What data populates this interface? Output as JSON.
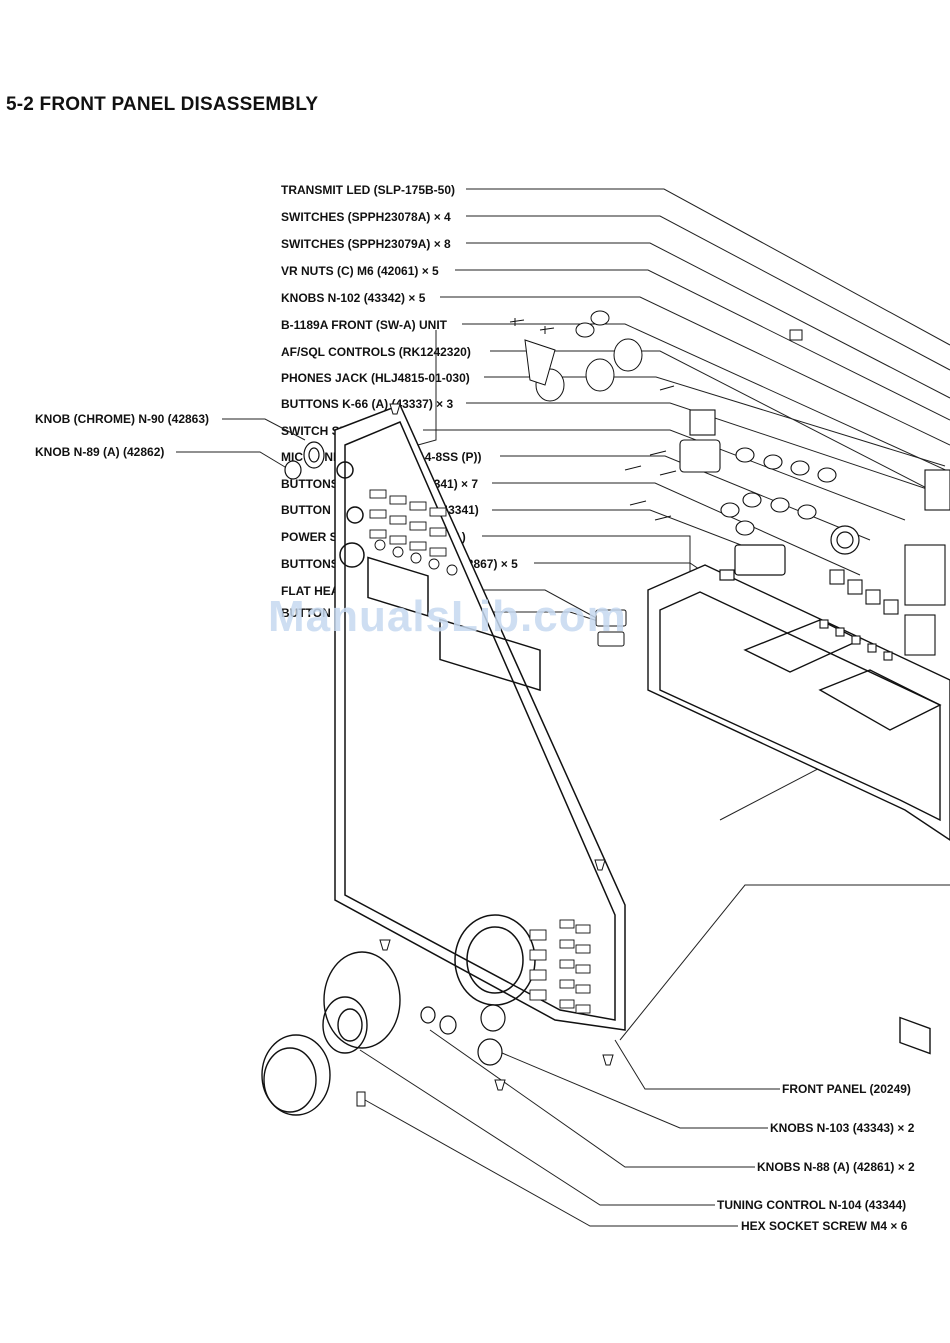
{
  "title": "5-2 FRONT PANEL DISASSEMBLY",
  "labels_left_col": [
    "TRANSMIT LED (SLP-175B-50)",
    "SWITCHES (SPPH23078A) × 4",
    "SWITCHES (SPPH23079A) × 8",
    "VR NUTS (C) M6 (42061) × 5",
    "KNOBS N-102 (43342) × 5",
    "B-1189A FRONT (SW-A) UNIT",
    "AF/SQL CONTROLS (RK1242320)",
    "PHONES JACK (HLJ4815-01-030)",
    "BUTTONS K-66 (A) (43337) × 3",
    "SWITCH SEAT (43456)",
    "MIC CONNECTOR (FM 214-8SS (P))",
    "BUTTONS (GRAY) K-70 (43341) × 7",
    "BUTTON (GREEN) K-70 (A) (43341)",
    "POWER SWITCH (SDDSA3159A)",
    "BUTTONS (CHROME) K-45 (A) (42867) × 5",
    "FLAT HEAD SCREW M3 × 5",
    "BUTTON (CHROME) K-45 (42866)"
  ],
  "labels_side": [
    "KNOB (CHROME) N-90 (42863)",
    "KNOB N-89 (A) (42862)"
  ],
  "labels_bottom_right": [
    "FRONT PANEL (20249)",
    "KNOBS N-103 (43343) × 2",
    "KNOBS N-88 (A) (42861) × 2",
    "TUNING CONTROL N-104 (43344)",
    "HEX SOCKET SCREW M4 × 6"
  ],
  "watermark": {
    "text": "ManualsLib",
    "domain": ".com"
  }
}
